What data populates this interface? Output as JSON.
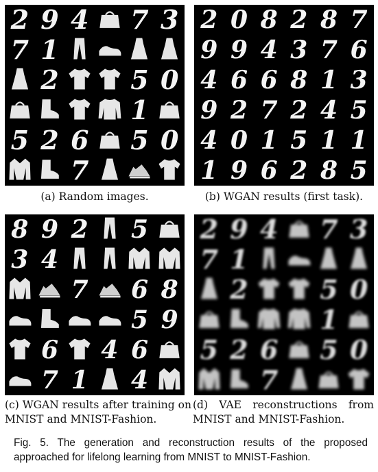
{
  "figure": {
    "panels": [
      {
        "id": "a",
        "caption": "(a) Random images.",
        "cells": [
          {
            "type": "digit",
            "label": "2"
          },
          {
            "type": "digit",
            "label": "9"
          },
          {
            "type": "digit",
            "label": "4"
          },
          {
            "type": "item",
            "icon": "bag-icon"
          },
          {
            "type": "digit",
            "label": "7"
          },
          {
            "type": "digit",
            "label": "3"
          },
          {
            "type": "digit",
            "label": "7"
          },
          {
            "type": "digit",
            "label": "1"
          },
          {
            "type": "item",
            "icon": "trouser-icon"
          },
          {
            "type": "item",
            "icon": "sneaker-icon"
          },
          {
            "type": "item",
            "icon": "dress-icon"
          },
          {
            "type": "item",
            "icon": "dress-icon"
          },
          {
            "type": "item",
            "icon": "dress-icon"
          },
          {
            "type": "digit",
            "label": "2"
          },
          {
            "type": "item",
            "icon": "shirt-icon"
          },
          {
            "type": "item",
            "icon": "shirt-icon"
          },
          {
            "type": "digit",
            "label": "5"
          },
          {
            "type": "digit",
            "label": "0"
          },
          {
            "type": "item",
            "icon": "bag-icon"
          },
          {
            "type": "item",
            "icon": "boot-icon"
          },
          {
            "type": "item",
            "icon": "shirt-icon"
          },
          {
            "type": "item",
            "icon": "pullover-icon"
          },
          {
            "type": "digit",
            "label": "1"
          },
          {
            "type": "item",
            "icon": "bag-icon"
          },
          {
            "type": "digit",
            "label": "5"
          },
          {
            "type": "digit",
            "label": "2"
          },
          {
            "type": "digit",
            "label": "6"
          },
          {
            "type": "item",
            "icon": "bag-icon"
          },
          {
            "type": "digit",
            "label": "5"
          },
          {
            "type": "digit",
            "label": "0"
          },
          {
            "type": "item",
            "icon": "coat-icon"
          },
          {
            "type": "item",
            "icon": "boot-icon"
          },
          {
            "type": "digit",
            "label": "7"
          },
          {
            "type": "item",
            "icon": "dress-icon"
          },
          {
            "type": "item",
            "icon": "sandal-icon"
          },
          {
            "type": "item",
            "icon": "shirt-icon"
          }
        ]
      },
      {
        "id": "b",
        "caption": "(b) WGAN results (first task).",
        "cells": [
          {
            "type": "digit",
            "label": "2"
          },
          {
            "type": "digit",
            "label": "0"
          },
          {
            "type": "digit",
            "label": "8"
          },
          {
            "type": "digit",
            "label": "2"
          },
          {
            "type": "digit",
            "label": "8"
          },
          {
            "type": "digit",
            "label": "7"
          },
          {
            "type": "digit",
            "label": "9"
          },
          {
            "type": "digit",
            "label": "9"
          },
          {
            "type": "digit",
            "label": "4"
          },
          {
            "type": "digit",
            "label": "3"
          },
          {
            "type": "digit",
            "label": "7"
          },
          {
            "type": "digit",
            "label": "6"
          },
          {
            "type": "digit",
            "label": "4"
          },
          {
            "type": "digit",
            "label": "6"
          },
          {
            "type": "digit",
            "label": "6"
          },
          {
            "type": "digit",
            "label": "8"
          },
          {
            "type": "digit",
            "label": "1"
          },
          {
            "type": "digit",
            "label": "3"
          },
          {
            "type": "digit",
            "label": "9"
          },
          {
            "type": "digit",
            "label": "2"
          },
          {
            "type": "digit",
            "label": "7"
          },
          {
            "type": "digit",
            "label": "2"
          },
          {
            "type": "digit",
            "label": "4"
          },
          {
            "type": "digit",
            "label": "5"
          },
          {
            "type": "digit",
            "label": "4"
          },
          {
            "type": "digit",
            "label": "0"
          },
          {
            "type": "digit",
            "label": "1"
          },
          {
            "type": "digit",
            "label": "5"
          },
          {
            "type": "digit",
            "label": "1"
          },
          {
            "type": "digit",
            "label": "1"
          },
          {
            "type": "digit",
            "label": "1"
          },
          {
            "type": "digit",
            "label": "9"
          },
          {
            "type": "digit",
            "label": "6"
          },
          {
            "type": "digit",
            "label": "2"
          },
          {
            "type": "digit",
            "label": "8"
          },
          {
            "type": "digit",
            "label": "5"
          }
        ]
      },
      {
        "id": "c",
        "caption_lines": [
          "(c) WGAN results after training on",
          "MNIST and MNIST-Fashion."
        ],
        "cells": [
          {
            "type": "digit",
            "label": "8"
          },
          {
            "type": "digit",
            "label": "9"
          },
          {
            "type": "digit",
            "label": "2"
          },
          {
            "type": "item",
            "icon": "trouser-icon"
          },
          {
            "type": "digit",
            "label": "5"
          },
          {
            "type": "item",
            "icon": "bag-icon"
          },
          {
            "type": "digit",
            "label": "3"
          },
          {
            "type": "digit",
            "label": "4"
          },
          {
            "type": "item",
            "icon": "trouser-icon"
          },
          {
            "type": "item",
            "icon": "trouser-icon"
          },
          {
            "type": "item",
            "icon": "coat-icon"
          },
          {
            "type": "item",
            "icon": "coat-icon"
          },
          {
            "type": "item",
            "icon": "coat-icon"
          },
          {
            "type": "item",
            "icon": "sandal-icon"
          },
          {
            "type": "digit",
            "label": "7"
          },
          {
            "type": "item",
            "icon": "sandal-icon"
          },
          {
            "type": "digit",
            "label": "6"
          },
          {
            "type": "digit",
            "label": "8"
          },
          {
            "type": "item",
            "icon": "sneaker-icon"
          },
          {
            "type": "item",
            "icon": "boot-icon"
          },
          {
            "type": "item",
            "icon": "sneaker-icon"
          },
          {
            "type": "item",
            "icon": "sneaker-icon"
          },
          {
            "type": "digit",
            "label": "5"
          },
          {
            "type": "digit",
            "label": "9"
          },
          {
            "type": "item",
            "icon": "shirt-icon"
          },
          {
            "type": "digit",
            "label": "6"
          },
          {
            "type": "item",
            "icon": "shirt-icon"
          },
          {
            "type": "digit",
            "label": "4"
          },
          {
            "type": "digit",
            "label": "6"
          },
          {
            "type": "item",
            "icon": "bag-icon"
          },
          {
            "type": "item",
            "icon": "sneaker-icon"
          },
          {
            "type": "digit",
            "label": "7"
          },
          {
            "type": "digit",
            "label": "1"
          },
          {
            "type": "item",
            "icon": "dress-icon"
          },
          {
            "type": "digit",
            "label": "4"
          },
          {
            "type": "item",
            "icon": "coat-icon"
          }
        ]
      },
      {
        "id": "d",
        "caption_lines": [
          "(d) VAE reconstructions from",
          "MNIST and MNIST-Fashion."
        ],
        "cells": [
          {
            "type": "digit",
            "label": "2"
          },
          {
            "type": "digit",
            "label": "9"
          },
          {
            "type": "digit",
            "label": "4"
          },
          {
            "type": "item",
            "icon": "bag-icon"
          },
          {
            "type": "digit",
            "label": "7"
          },
          {
            "type": "digit",
            "label": "3"
          },
          {
            "type": "digit",
            "label": "7"
          },
          {
            "type": "digit",
            "label": "1"
          },
          {
            "type": "item",
            "icon": "trouser-icon"
          },
          {
            "type": "item",
            "icon": "sneaker-icon"
          },
          {
            "type": "item",
            "icon": "dress-icon"
          },
          {
            "type": "item",
            "icon": "dress-icon"
          },
          {
            "type": "item",
            "icon": "dress-icon"
          },
          {
            "type": "digit",
            "label": "2"
          },
          {
            "type": "item",
            "icon": "shirt-icon"
          },
          {
            "type": "item",
            "icon": "shirt-icon"
          },
          {
            "type": "digit",
            "label": "5"
          },
          {
            "type": "digit",
            "label": "0"
          },
          {
            "type": "item",
            "icon": "bag-icon"
          },
          {
            "type": "item",
            "icon": "boot-icon"
          },
          {
            "type": "item",
            "icon": "pullover-icon"
          },
          {
            "type": "item",
            "icon": "pullover-icon"
          },
          {
            "type": "digit",
            "label": "1"
          },
          {
            "type": "item",
            "icon": "bag-icon"
          },
          {
            "type": "digit",
            "label": "5"
          },
          {
            "type": "digit",
            "label": "2"
          },
          {
            "type": "digit",
            "label": "6"
          },
          {
            "type": "item",
            "icon": "bag-icon"
          },
          {
            "type": "digit",
            "label": "5"
          },
          {
            "type": "digit",
            "label": "0"
          },
          {
            "type": "item",
            "icon": "coat-icon"
          },
          {
            "type": "item",
            "icon": "boot-icon"
          },
          {
            "type": "digit",
            "label": "7"
          },
          {
            "type": "item",
            "icon": "dress-icon"
          },
          {
            "type": "item",
            "icon": "bag-icon"
          },
          {
            "type": "item",
            "icon": "shirt-icon"
          }
        ]
      }
    ],
    "caption": "Fig. 5. The generation and reconstruction results of the proposed approached for lifelong learning from MNIST to MNIST-Fashion."
  }
}
